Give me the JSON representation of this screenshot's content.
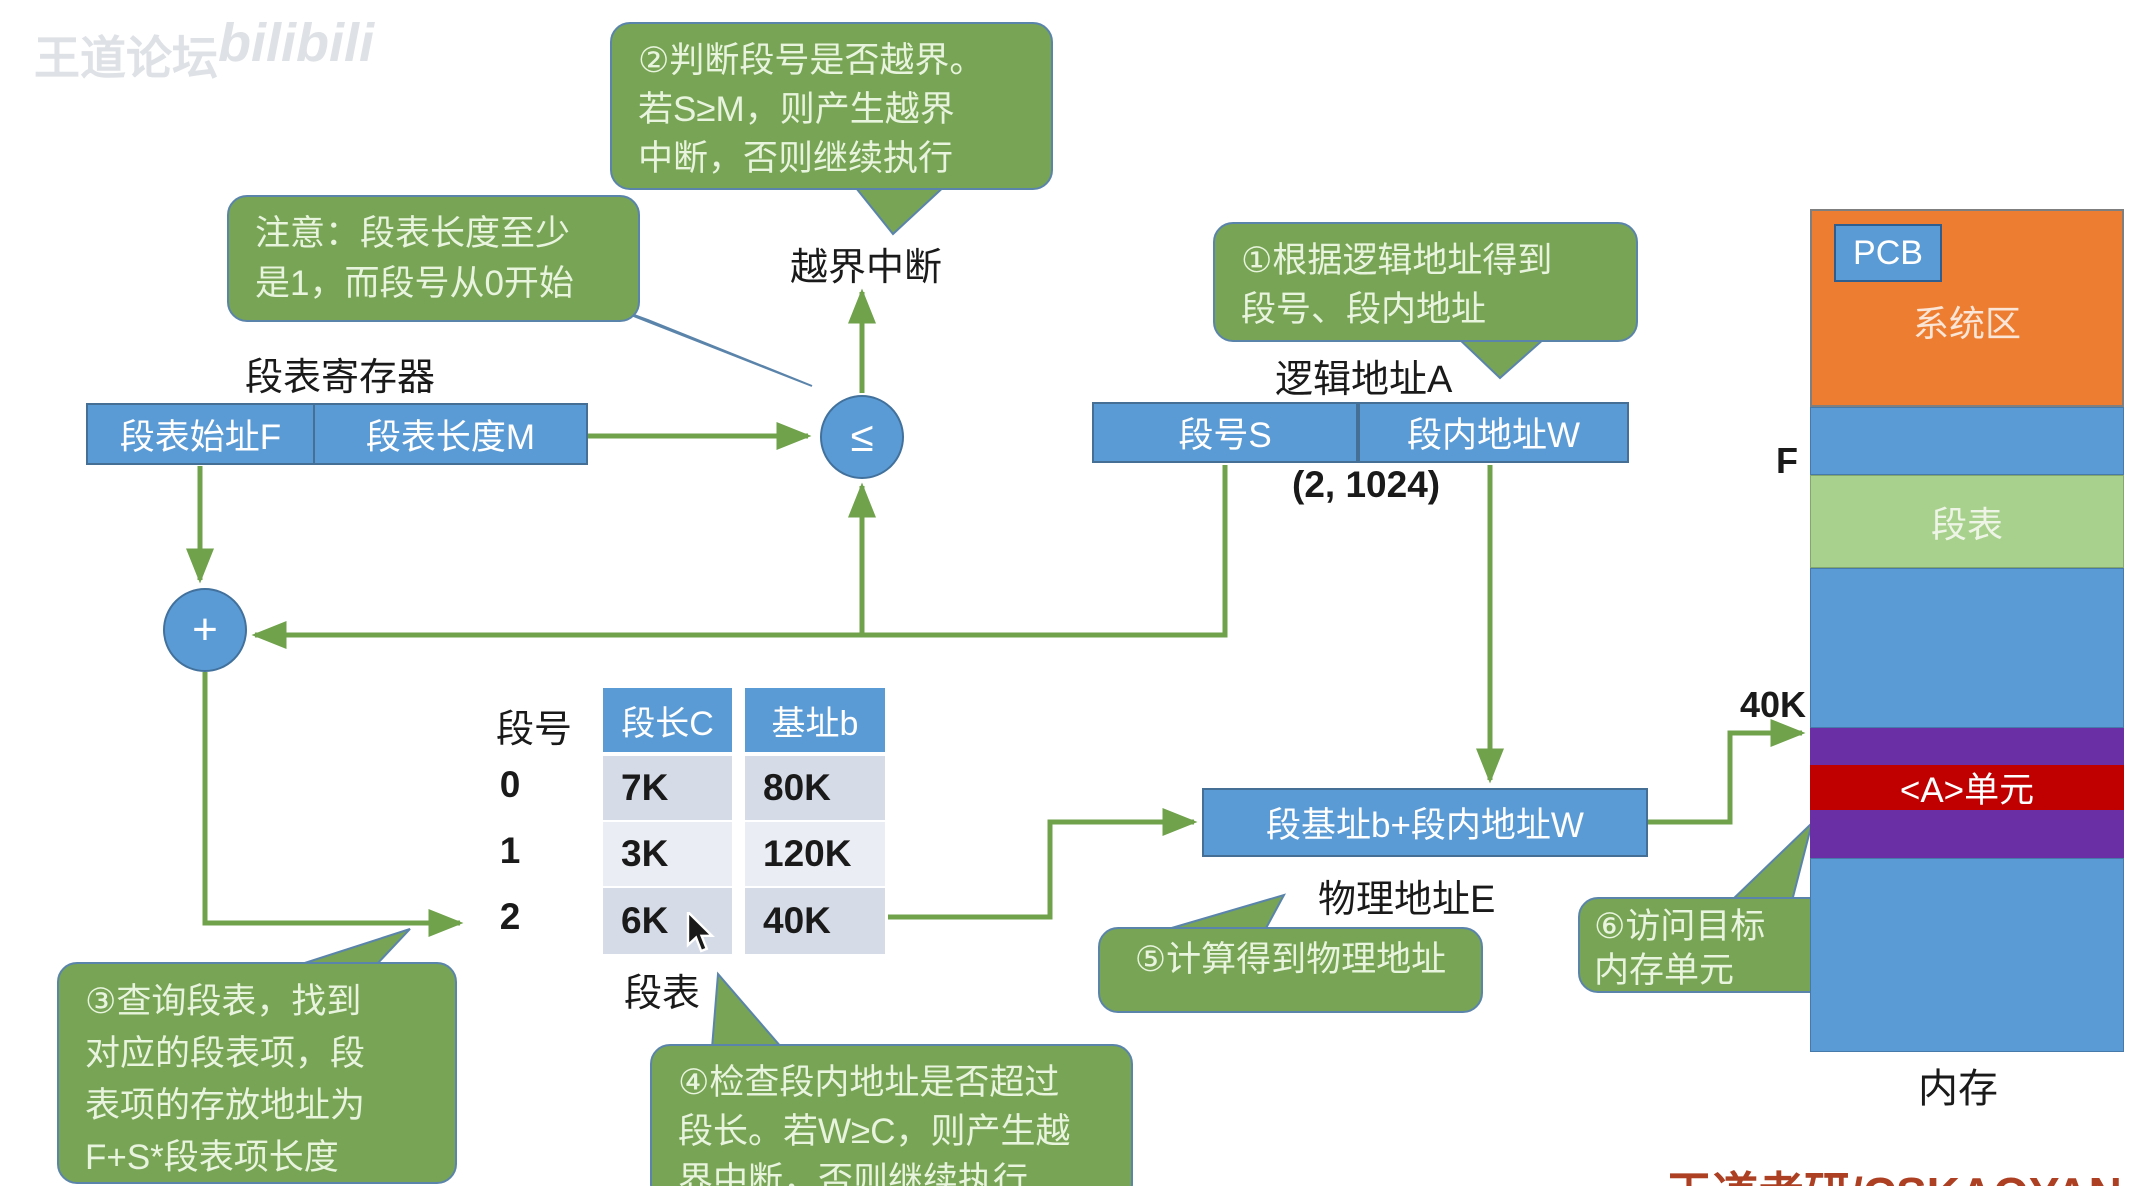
{
  "watermark": {
    "brand": "王道论坛",
    "bilibili": "bilibili"
  },
  "labels": {
    "register_title": "段表寄存器",
    "interrupt": "越界中断",
    "logical_title": "逻辑地址A",
    "logical_example": "(2, 1024)",
    "physical_title": "物理地址E",
    "table_caption": "段表",
    "memory_caption": "内存",
    "f_mark": "F",
    "addr_40k": "40K",
    "comparator": "≤",
    "adder": "+"
  },
  "register": {
    "base": "段表始址F",
    "length": "段表长度M"
  },
  "logical": {
    "segment": "段号S",
    "offset": "段内地址W"
  },
  "physical_box": "段基址b+段内地址W",
  "callouts": {
    "note": {
      "lines": [
        "注意：段表长度至少",
        "是1，而段号从0开始"
      ]
    },
    "step1": {
      "lines": [
        "①根据逻辑地址得到",
        "段号、段内地址"
      ]
    },
    "step2": {
      "lines": [
        "②判断段号是否越界。",
        "若S≥M，则产生越界",
        "中断，否则继续执行"
      ]
    },
    "step3": {
      "lines": [
        "③查询段表，找到",
        "对应的段表项，段",
        "表项的存放地址为",
        "F+S*段表项长度"
      ]
    },
    "step4": {
      "lines": [
        "④检查段内地址是否超过",
        "段长。若W≥C，则产生越",
        "界中断，否则继续执行"
      ]
    },
    "step5": {
      "lines": [
        "⑤计算得到物理地址"
      ]
    },
    "step6": {
      "lines": [
        "⑥访问目标",
        "内存单元"
      ]
    }
  },
  "segment_table": {
    "row_header": "段号",
    "columns": [
      "段长C",
      "基址b"
    ],
    "rows": [
      {
        "no": "0",
        "length": "7K",
        "base": "80K"
      },
      {
        "no": "1",
        "length": "3K",
        "base": "120K"
      },
      {
        "no": "2",
        "length": "6K",
        "base": "40K"
      }
    ]
  },
  "memory": {
    "pcb": "PCB",
    "system": "系统区",
    "seg_table": "段表",
    "target": "<A>单元"
  },
  "footer": "王道考研/CSKAOYAN.COM",
  "colors": {
    "bubble_green": "#77a455",
    "arrow_green": "#6fa24b",
    "box_blue": "#5b9bd5",
    "mem_orange": "#ed7d31",
    "mem_green": "#a9d18e",
    "mem_purple": "#6b2fa5",
    "mem_red": "#c00000",
    "footer_red": "#ad3f22"
  }
}
